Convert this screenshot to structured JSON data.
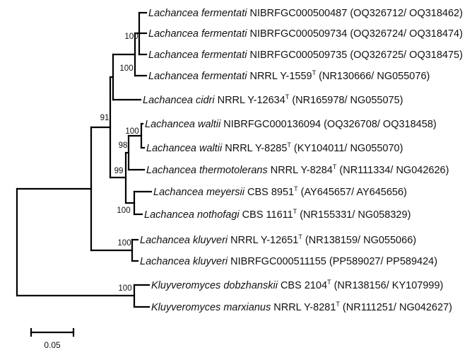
{
  "taxa": [
    {
      "genus": "Lachancea",
      "species": "fermentati",
      "strain": "NIBRFGC000500487",
      "type_strain": false,
      "accessions": "(OQ326712/ OQ318462)"
    },
    {
      "genus": "Lachancea",
      "species": "fermentati",
      "strain": "NIBRFGC000509734",
      "type_strain": false,
      "accessions": "(OQ326724/ OQ318474)"
    },
    {
      "genus": "Lachancea",
      "species": "fermentati",
      "strain": "NIBRFGC000509735",
      "type_strain": false,
      "accessions": "(OQ326725/ OQ318475)"
    },
    {
      "genus": "Lachancea",
      "species": "fermentati",
      "strain": "NRRL Y-1559",
      "type_strain": true,
      "accessions": "(NR130666/ NG055076)"
    },
    {
      "genus": "Lachancea",
      "species": "cidri",
      "strain": "NRRL Y-12634",
      "type_strain": true,
      "accessions": "(NR165978/ NG055075)"
    },
    {
      "genus": "Lachancea",
      "species": "waltii",
      "strain": "NIBRFGC000136094",
      "type_strain": false,
      "accessions": "(OQ326708/ OQ318458)"
    },
    {
      "genus": "Lachancea",
      "species": "waltii",
      "strain": "NRRL Y-8285",
      "type_strain": true,
      "accessions": "(KY104011/ NG055070)"
    },
    {
      "genus": "Lachancea",
      "species": "thermotolerans",
      "strain": "NRRL Y-8284",
      "type_strain": true,
      "accessions": "(NR111334/ NG042626)"
    },
    {
      "genus": "Lachancea",
      "species": "meyersii",
      "strain": "CBS 8951",
      "type_strain": true,
      "accessions": "(AY645657/ AY645656)"
    },
    {
      "genus": "Lachancea",
      "species": "nothofagi",
      "strain": "CBS 11611",
      "type_strain": true,
      "accessions": "(NR155331/ NG058329)"
    },
    {
      "genus": "Lachancea",
      "species": "kluyveri",
      "strain": "NRRL Y-12651",
      "type_strain": true,
      "accessions": "(NR138159/ NG055066)"
    },
    {
      "genus": "Lachancea",
      "species": "kluyveri",
      "strain": "NIBRFGC000511155",
      "type_strain": false,
      "accessions": "(PP589027/ PP589424)"
    },
    {
      "genus": "Kluyveromyces",
      "species": "dobzhanskii",
      "strain": "CBS 2104",
      "type_strain": true,
      "accessions": "(NR138156/ KY107999)"
    },
    {
      "genus": "Kluyveromyces",
      "species": "marxianus",
      "strain": "NRRL Y-8281",
      "type_strain": true,
      "accessions": "(NR111251/ NG042627)"
    }
  ],
  "type_strain_mark": "T",
  "bootstrap": {
    "fermentati_cluster": "100",
    "fermentati_cidri": "100",
    "main_lachancea": "91",
    "waltii_pair": "100",
    "waltii_thermotolerans": "98",
    "waltii_meyersii_group": "99",
    "meyersii_nothofagi": "100",
    "kluyveri_pair": "100",
    "kluyveromyces_pair": "100"
  },
  "scale_bar": {
    "label": "0.05"
  }
}
